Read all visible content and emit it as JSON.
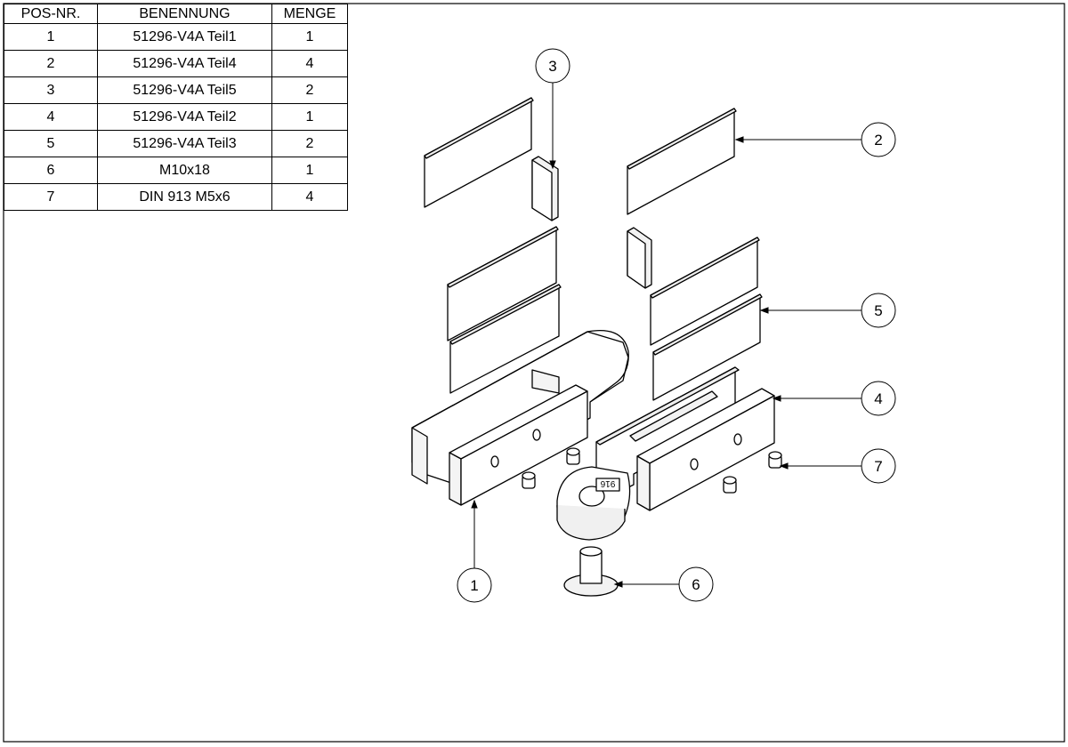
{
  "bom": {
    "headers": [
      "POS-NR.",
      "BENENNUNG",
      "MENGE"
    ],
    "rows": [
      [
        "1",
        "51296-V4A Teil1",
        "1"
      ],
      [
        "2",
        "51296-V4A Teil4",
        "4"
      ],
      [
        "3",
        "51296-V4A Teil5",
        "2"
      ],
      [
        "4",
        "51296-V4A Teil2",
        "1"
      ],
      [
        "5",
        "51296-V4A Teil3",
        "2"
      ],
      [
        "6",
        "M10x18",
        "1"
      ],
      [
        "7",
        "DIN 913 M5x6",
        "4"
      ]
    ]
  },
  "balloons": [
    "1",
    "2",
    "3",
    "4",
    "5",
    "6",
    "7"
  ],
  "part_marking": "916"
}
